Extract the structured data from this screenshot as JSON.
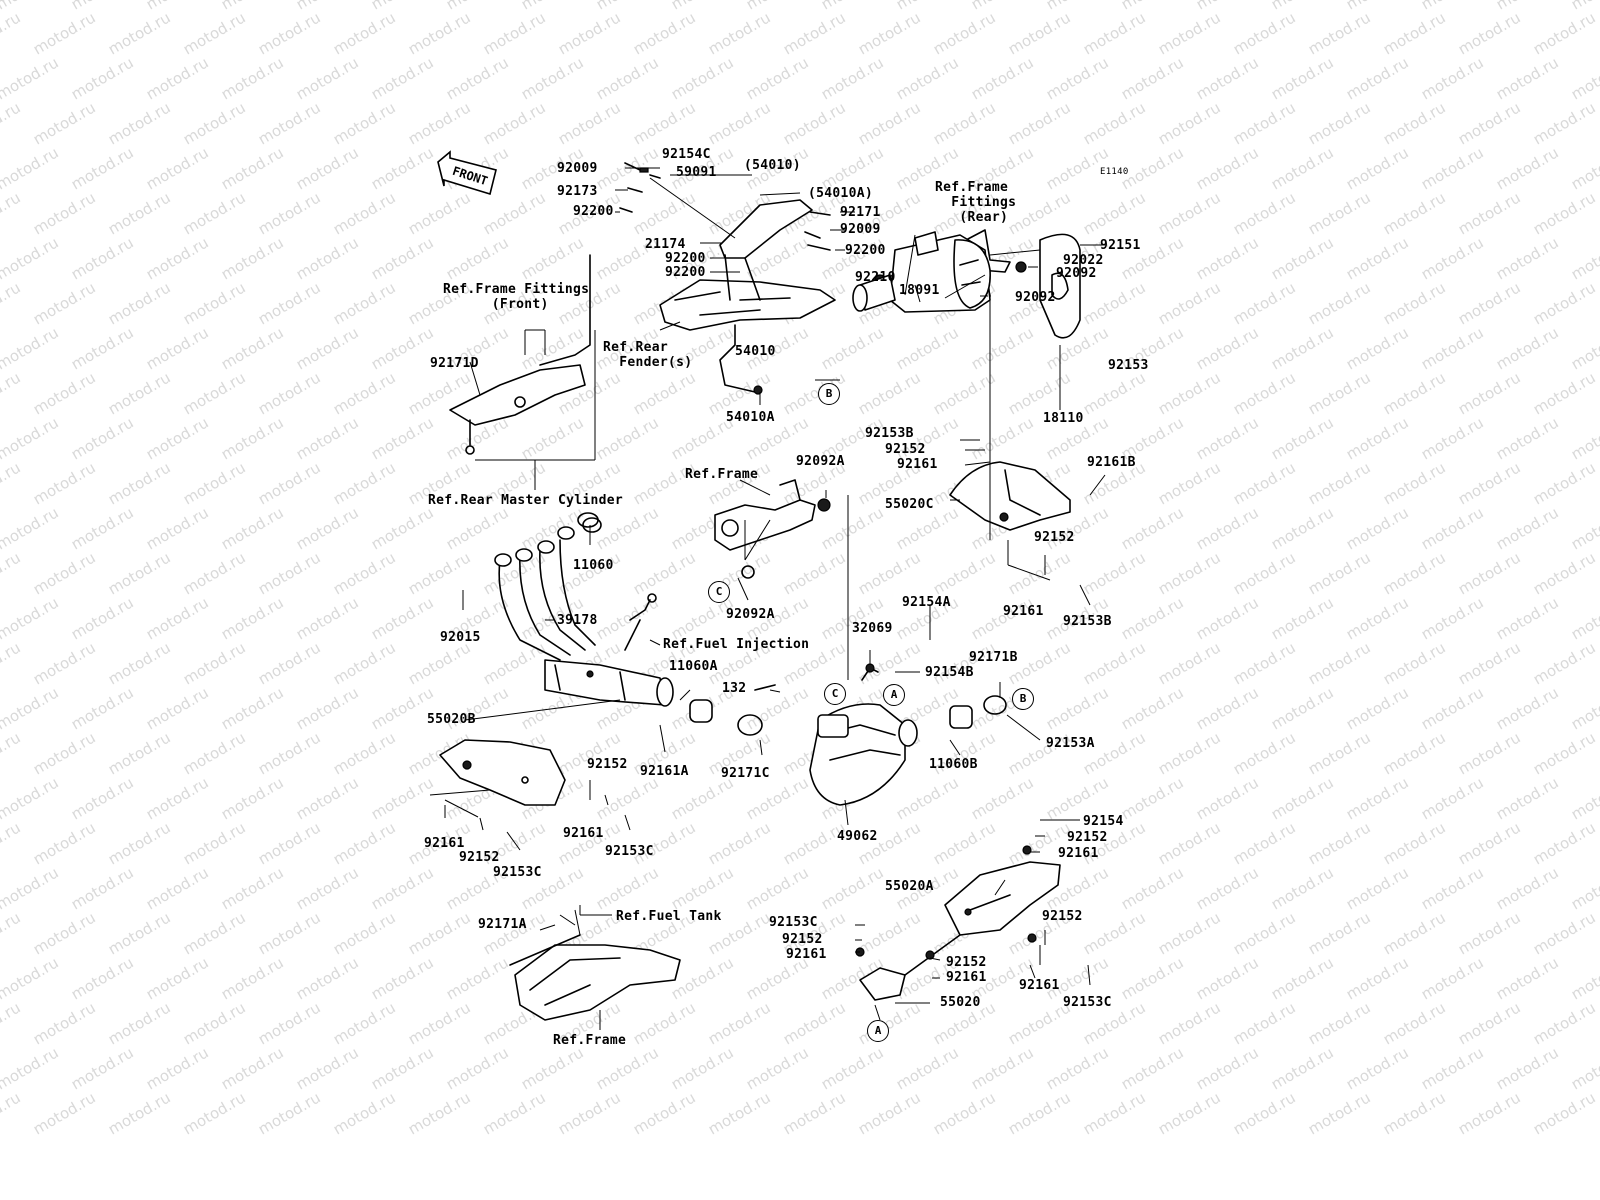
{
  "diagram_code": "E1140",
  "watermark": "motod.ru",
  "front_label": "FRONT",
  "labels": {
    "p92154C": "92154C",
    "p92009a": "92009",
    "p59091": "59091",
    "p54010p": "(54010)",
    "p92173": "92173",
    "p54010Ap": "(54010A)",
    "p92200a": "92200",
    "p92171": "92171",
    "p92009b": "92009",
    "p21174": "21174",
    "p92200b": "92200",
    "p92200c": "92200",
    "p92200d": "92200",
    "ref_frame_fittings_rear": "Ref.Frame\n  Fittings\n   (Rear)",
    "p92151": "92151",
    "p92022": "92022",
    "p92092a": "92092",
    "p92092b": "92092",
    "p92210": "92210",
    "p18091": "18091",
    "ref_frame_fittings_front": "Ref.Frame Fittings\n      (Front)",
    "ref_rear_fender": "Ref.Rear\n  Fender(s)",
    "p92171D": "92171D",
    "p54010": "54010",
    "p54010A": "54010A",
    "p92153": "92153",
    "p18110": "18110",
    "p92153B_top": "92153B",
    "p92152_top": "92152",
    "p92161_top": "92161",
    "p92161B": "92161B",
    "ref_frame_mid": "Ref.Frame",
    "p92092A_top": "92092A",
    "p55020C": "55020C",
    "ref_rear_master_cylinder": "Ref.Rear Master Cylinder",
    "p11060": "11060",
    "p92152_r": "92152",
    "p92161_r": "92161",
    "p92153B_r": "92153B",
    "p92092A_bot": "92092A",
    "p92015": "92015",
    "p39178": "39178",
    "p92154A": "92154A",
    "p32069": "32069",
    "ref_fuel_injection": "Ref.Fuel Injection",
    "p92171B": "92171B",
    "p92154B": "92154B",
    "p11060A": "11060A",
    "p132": "132",
    "p55020B": "55020B",
    "p92161A": "92161A",
    "p92171C": "92171C",
    "p11060B": "11060B",
    "p92153A": "92153A",
    "p92152_l": "92152",
    "p92161_l": "92161",
    "p92153C_l": "92153C",
    "p92161_ll": "92161",
    "p92152_ll": "92152",
    "p92153C_ll": "92153C",
    "p49062": "49062",
    "p92154": "92154",
    "p92152_br": "92152",
    "p92161_br": "92161",
    "p55020A": "55020A",
    "p92171A": "92171A",
    "ref_fuel_tank": "Ref.Fuel Tank",
    "p92153C_b": "92153C",
    "p92152_b": "92152",
    "p92161_b": "92161",
    "p92152_b2": "92152",
    "p92161_b2": "92161",
    "p92152_b3": "92152",
    "p92161_b3": "92161",
    "p92153C_b3": "92153C",
    "p55020": "55020",
    "ref_frame_bottom": "Ref.Frame"
  },
  "callouts": {
    "A1": "A",
    "A2": "A",
    "B1": "B",
    "B2": "B",
    "C1": "C",
    "C2": "C"
  }
}
